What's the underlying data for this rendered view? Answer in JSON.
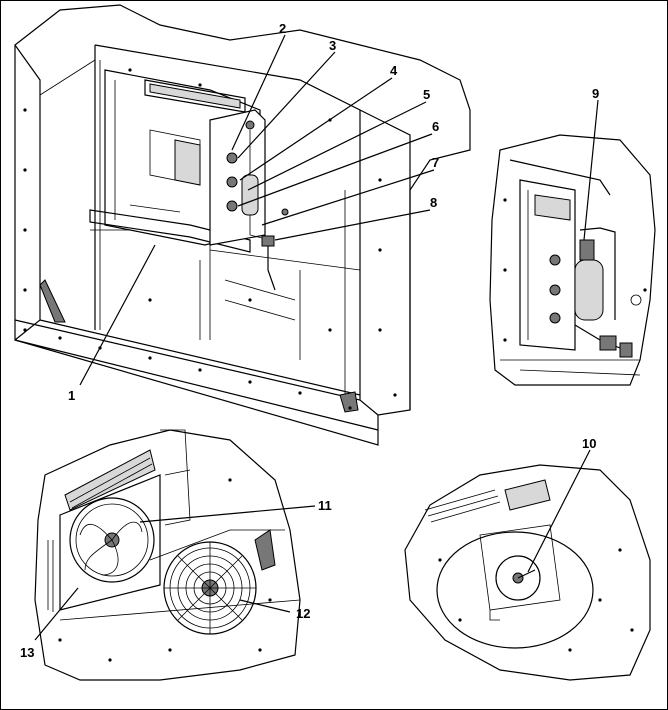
{
  "callouts": [
    {
      "id": "1",
      "label": "1"
    },
    {
      "id": "2",
      "label": "2"
    },
    {
      "id": "3",
      "label": "3"
    },
    {
      "id": "4",
      "label": "4"
    },
    {
      "id": "5",
      "label": "5"
    },
    {
      "id": "6",
      "label": "6"
    },
    {
      "id": "7",
      "label": "7"
    },
    {
      "id": "8",
      "label": "8"
    },
    {
      "id": "9",
      "label": "9"
    },
    {
      "id": "10",
      "label": "10"
    },
    {
      "id": "11",
      "label": "11"
    },
    {
      "id": "12",
      "label": "12"
    },
    {
      "id": "13",
      "label": "13"
    }
  ],
  "colors": {
    "line": "#000000",
    "background": "#ffffff",
    "shade": "#d8d8d8"
  }
}
